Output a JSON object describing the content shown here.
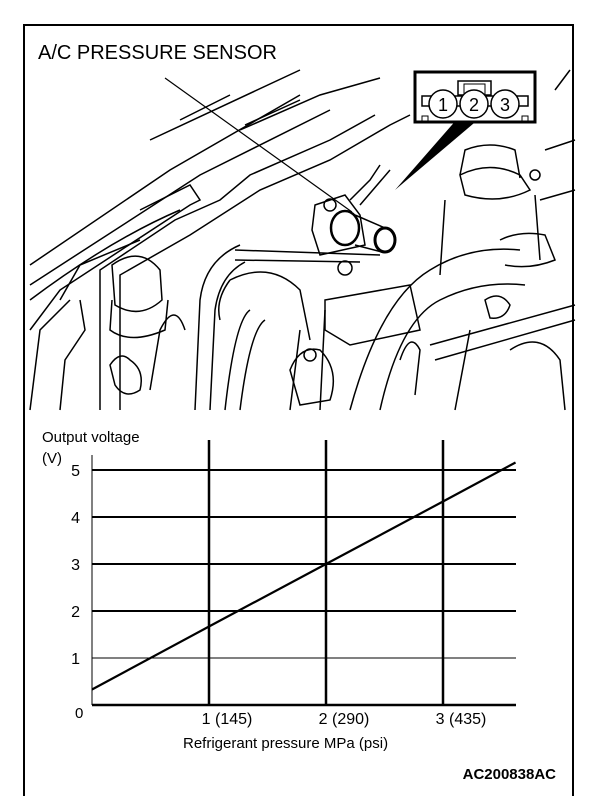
{
  "illustration": {
    "title": "A/C PRESSURE SENSOR",
    "connector_pins": [
      "1",
      "2",
      "3"
    ],
    "figure_id": "AC200838AC"
  },
  "chart_data": {
    "type": "line",
    "title": "",
    "ylabel_line1": "Output voltage",
    "ylabel_line2": "(V)",
    "xlabel": "Refrigerant pressure MPa (psi)",
    "origin_label": "0",
    "xlim": [
      0,
      3.62
    ],
    "ylim": [
      0,
      5.2
    ],
    "x_ticks": [
      {
        "value": 1,
        "label": "1 (145)"
      },
      {
        "value": 2,
        "label": "2 (290)"
      },
      {
        "value": 3,
        "label": "3 (435)"
      }
    ],
    "y_ticks": [
      {
        "value": 1,
        "label": "1"
      },
      {
        "value": 2,
        "label": "2"
      },
      {
        "value": 3,
        "label": "3"
      },
      {
        "value": 4,
        "label": "4"
      },
      {
        "value": 5,
        "label": "5"
      }
    ],
    "grid": true,
    "series": [
      {
        "name": "Output voltage",
        "x": [
          0,
          1,
          2,
          3,
          3.62
        ],
        "y": [
          0.33,
          1.67,
          3.0,
          4.33,
          5.16
        ]
      }
    ]
  }
}
